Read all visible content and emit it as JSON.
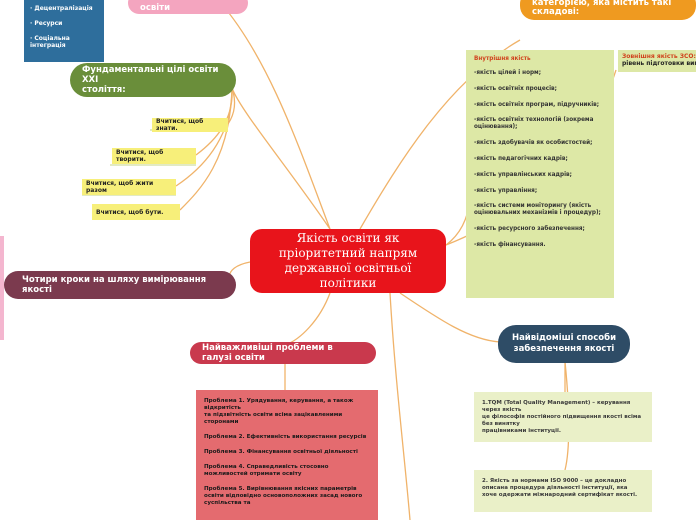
{
  "center": {
    "text": "Якість освіти як пріоритетний напрям державної освітньої політики"
  },
  "quality_education": {
    "text": "Питання якості освіти"
  },
  "top_left_list": [
    "· Децентралізація",
    "· Ресурси",
    "· Соціальна інтеграція"
  ],
  "fundamental": {
    "text": "Фундаментальні цілі освіти XXI\nстоліття:"
  },
  "goals": [
    "Вчитися, щоб знати.",
    "Вчитися, щоб творити.",
    "Вчитися, щоб жити разом",
    "Вчитися, щоб бути."
  ],
  "four_steps": {
    "text": "Чотири кроки на шляху вимірювання якості"
  },
  "problems_title": {
    "text": "Найважливіші проблеми в галузі освіти"
  },
  "problems": [
    "Проблема 1. Урядування, керування, а також відкритість\nта підзвітність освіти всіма зацікавленими сторонами",
    "Проблема 2. Ефективність використання ресурсів",
    "Проблема 3. Фінансування освітньої діяльності",
    "Проблема 4. Справедливість стосовно можливостей отримати освіту",
    "Проблема 5. Вирівнювання якісних параметрів освіти відповідно основоположних засад нового суспільства та"
  ],
  "category_header": {
    "text": "категорією, яка містить такі\nскладові:"
  },
  "internal": {
    "title": "Внутрішня якість",
    "items": [
      "-якість цілей і норм;",
      "-якість освітніх процесів;",
      "-якість освітніх програм, підручників;",
      "-якість освітніх технологій (зокрема оцінювання);",
      "-якість здобувачів як особистостей;",
      "-якість педагогічних кадрів;",
      "-якість управлінських кадрів;",
      "-якість управління;",
      "-якість системи моніторингу (якість оцінювальних механізмів і процедур);",
      "-якість ресурсного забезпечення;",
      "-якість фінансування."
    ]
  },
  "external": {
    "title": "Зовнішня якість ЗСО:",
    "sub": "рівень підготовки випу"
  },
  "methods_title": {
    "text": "Найвідоміші способи забезпечення якості"
  },
  "method1": {
    "text": "1.TQM (Total Quality Management) – керування через якість\nце філософія постійного підвищення якості всіма без винятку\nпрацівниками інституції."
  },
  "method2": {
    "text": "2. Якість за нормами ISO 9000 – це докладно описана процедура діяльності інституції, яка хоче одержати міжнародний сертифікат якості."
  }
}
